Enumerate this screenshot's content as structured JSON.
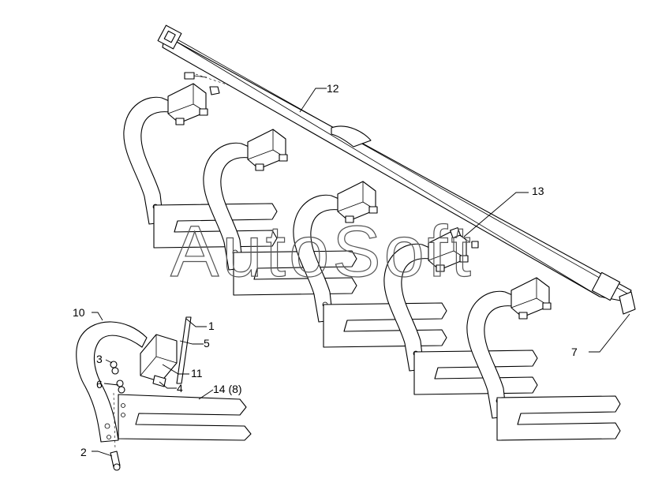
{
  "watermark": "AutoSoft",
  "callouts": {
    "c1": "1",
    "c2": "2",
    "c3": "3",
    "c4": "4",
    "c5": "5",
    "c6": "6",
    "c7": "7",
    "c10": "10",
    "c11": "11",
    "c12": "12",
    "c13": "13",
    "c14": "14 (8)"
  }
}
